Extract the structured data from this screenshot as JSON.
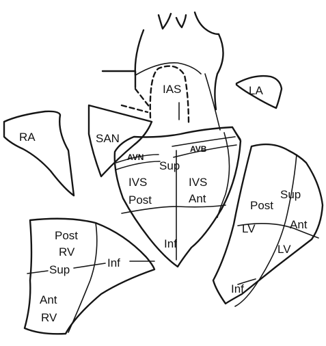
{
  "colors": {
    "ink": "#151515",
    "background": "#ffffff"
  },
  "labels": {
    "ra": "RA",
    "san": "SAN",
    "ias": "IAS",
    "la": "LA",
    "avn": "AVN",
    "avb": "AVB",
    "sup_center": "Sup",
    "ivs_post": "IVS",
    "post_center": "Post",
    "ivs_ant": "IVS",
    "ant_center": "Ant",
    "inf_center": "Inf",
    "rv_post": "Post",
    "rv_post_rv": "RV",
    "rv_sup": "Sup",
    "rv_inf": "Inf",
    "rv_ant": "Ant",
    "rv_ant_rv": "RV",
    "lv_sup": "Sup",
    "lv_post": "Post",
    "lv_post_lv": "LV",
    "lv_ant": "Ant",
    "lv_ant_lv": "LV",
    "lv_inf": "Inf"
  }
}
